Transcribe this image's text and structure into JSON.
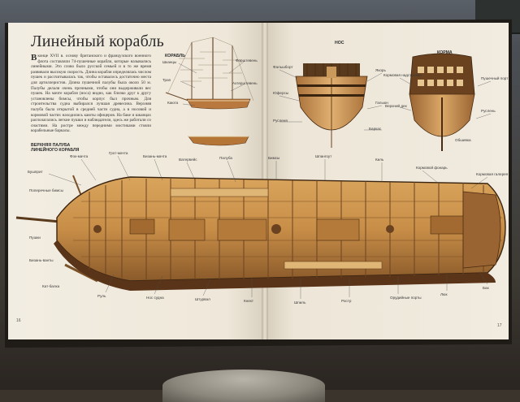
{
  "book": {
    "left_page": {
      "title": "Линейный корабль",
      "intro_initial": "В",
      "intro_text": " конце XVII в. основу британского и французского военного флота составляли 74-пушечные корабли, которые назывались линейными. Это слово было русской семьей и в то же время развивали высокую скорость. Длина корабля определялась числом пушек и рассчитывалась так, чтобы оставалось достаточно места для артиллеристов. Длина пушечной палубы была около 50 м. Палубы делали очень прочными, чтобы они выдерживали вес пушек. На мачте корабля (носа) видно, как близко друг к другу установлены бимсы, чтобы корпус был прочным. Для строительства судна выбирался лучшая древесина. Верхняя палуба была открытой в средней части судна, а в носовой и кормовой частях находились каюты офицеров. На баке и шканцах располагались легкие пушки и наблюдатели, здесь же работали со снастями. На ростре между передними мостиками стояли корабельные баркасы.",
      "profile_heading": "КОРАБЛЬ",
      "section_heading": "ВЕРХНЯЯ ПАЛУБА ЛИНЕЙНОГО КОРАБЛЯ",
      "page_number": "16"
    },
    "right_page": {
      "bow_heading": "НОС",
      "stern_heading": "КОРМА",
      "page_number": "17"
    },
    "labels": [
      "Бушприт",
      "Фок-мачта",
      "Грот-мачта",
      "Бизань-мачта",
      "Ватервейс",
      "Палуба",
      "Бимсы",
      "Шпангоут",
      "Киль",
      "Кормовой фонарь",
      "Кормовая галерея",
      "Руль",
      "Нос судна",
      "Штурвал",
      "Кнехт",
      "Шпиль",
      "Ростр",
      "Орудийные порты",
      "Люк",
      "Бак",
      "Шканцы",
      "Трап",
      "Каюта",
      "Форштевень",
      "Ахтерштевень",
      "Фальшборт",
      "Юферсы",
      "Русленя",
      "Якорь",
      "Гальюн",
      "Баркас",
      "Кормовая надстройка",
      "Верхний дек",
      "Пушечный порт",
      "Руслень",
      "Обшивка",
      "Поперечные бимсы",
      "Пушки",
      "Бизань-ванты",
      "Кат-балка"
    ],
    "colors": {
      "paper": "#efe9dc",
      "hull_wood": "#c8934e",
      "hull_dark": "#6b4220",
      "text": "#333333"
    }
  }
}
